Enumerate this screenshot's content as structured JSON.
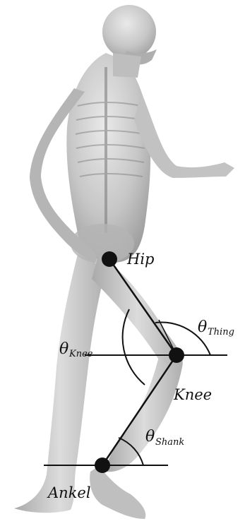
{
  "joints": {
    "hip": "Hip",
    "knee": "Knee",
    "ankle": "Ankel"
  },
  "angles": {
    "symbol": "θ",
    "knee_sub": "Knee",
    "thigh_sub": "Thing",
    "shank_sub": "Shank"
  },
  "icons": {
    "body": "human-skeleton-silhouette-icon"
  },
  "colors": {
    "line": "#111111",
    "joint": "#111111",
    "body_light": "#d9d9d9",
    "body_mid": "#a9a9a9",
    "body_dark": "#6a6a6a"
  }
}
